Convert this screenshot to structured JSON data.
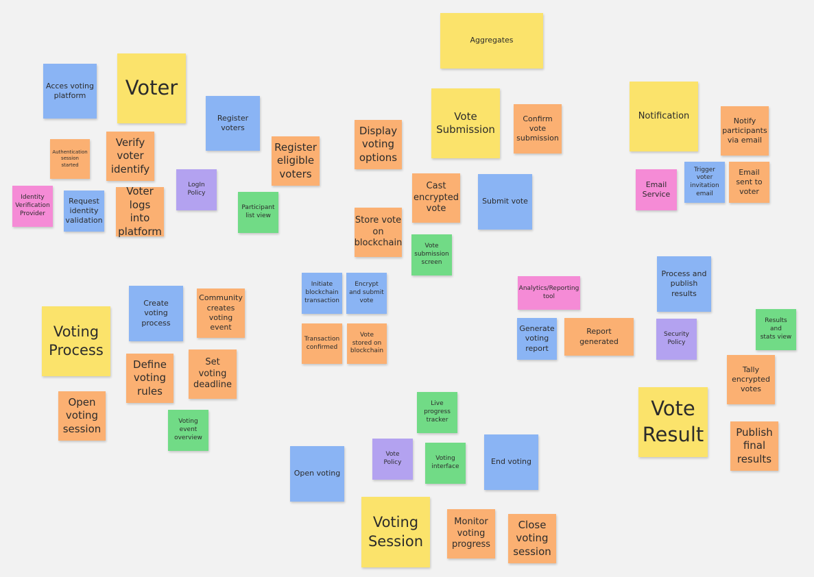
{
  "notes": {
    "aggregates": "Aggregates",
    "voter": "Voter",
    "acces_voting_platform": "Acces voting\nplatform",
    "register_voters": "Register\nvoters",
    "register_eligible_voters": "Register\neligible\nvoters",
    "authentication_session_started": "Authentication\nsession started",
    "verify_voter_identify": "Verify\nvoter\nidentify",
    "identity_verification_provider": "Identity\nVerification\nProvider",
    "request_identity_validation": "Request\nidentity\nvalidation",
    "voter_logs_into_platform": "Voter\nlogs into\nplatform",
    "login_policy": "LogIn\nPolicy",
    "participant_list_view": "Participant\nlist view",
    "display_voting_options": "Display\nvoting\noptions",
    "vote_submission": "Vote\nSubmission",
    "confirm_vote_submission": "Confirm\nvote\nsubmission",
    "cast_encrypted_vote": "Cast\nencrypted\nvote",
    "submit_vote": "Submit vote",
    "store_vote_on_blockchain": "Store vote\non\nblockchain",
    "vote_submission_screen": "Vote\nsubmission\nscreen",
    "notification": "Notification",
    "notify_participants_via_email": "Notify\nparticipants\nvia email",
    "email_service": "Email\nService",
    "trigger_voter_invitation_email": "Trigger\nvoter\ninvitation\nemail",
    "email_sent_to_voter": "Email\nsent to\nvoter",
    "initiate_blockchain_transaction": "Initiate\nblockchain\ntransaction",
    "encrypt_and_submit_vote": "Encrypt\nand submit\nvote",
    "transaction_confirmed": "Transaction\nconfirmed",
    "vote_stored_on_blockchain": "Vote\nstored on\nblockchain",
    "voting_process": "Voting\nProcess",
    "create_voting_process": "Create\nvoting\nprocess",
    "community_creates_voting_event": "Community\ncreates\nvoting event",
    "define_voting_rules": "Define\nvoting\nrules",
    "set_voting_deadline": "Set\nvoting\ndeadline",
    "open_voting_session": "Open\nvoting\nsession",
    "voting_event_overview": "Voting event\noverview",
    "analytics_reporting_tool": "Analytics/Reporting\ntool",
    "process_and_publish_results": "Process and\npublish\nresults",
    "generate_voting_report": "Generate\nvoting\nreport",
    "report_generated": "Report generated",
    "security_policy": "Security\nPolicy",
    "results_and_stats_view": "Results and\nstats view",
    "tally_encrypted_votes": "Tally\nencrypted\nvotes",
    "vote_result": "Vote\nResult",
    "publish_final_results": "Publish\nfinal\nresults",
    "live_progress_tracker": "Live\nprogress\ntracker",
    "vote_policy": "Vote\nPolicy",
    "voting_interface": "Voting\ninterface",
    "open_voting": "Open voting",
    "end_voting": "End voting",
    "voting_session": "Voting\nSession",
    "monitor_voting_progress": "Monitor\nvoting\nprogress",
    "close_voting_session": "Close\nvoting\nsession"
  },
  "colors": {
    "aggregate": "#fbe36b",
    "event": "#fbb072",
    "command": "#8ab4f4",
    "read_model": "#71db86",
    "external_system": "#f58bd6",
    "policy": "#b3a2f0",
    "background": "#f2f2f2"
  }
}
